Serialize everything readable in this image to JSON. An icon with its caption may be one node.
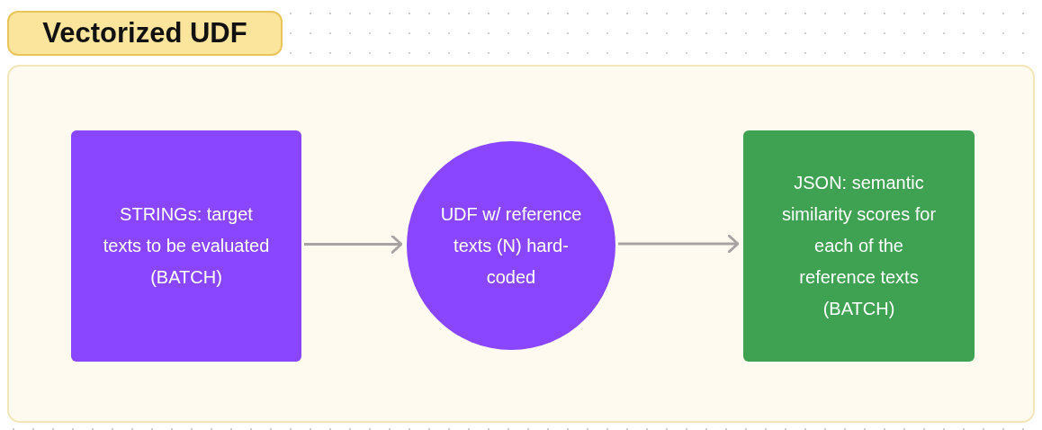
{
  "diagram": {
    "title": "Vectorized UDF",
    "nodes": [
      {
        "text": [],
        "shape": "box"
      },
      {
        "text": [
          "STRINGs: target texts to be evaluated (BATCH)"
        ],
        "in": 0
      },
      {
        "text": [
          "UDF w/ reference texts (N) hard-coded"
        ],
        "in": 0
      },
      {
        "text": [
          "JSON: semantic similarity scores for each of the reference texts (BATCH)"
        ],
        "in": 0
      }
    ],
    "edges": [
      {
        "from": 1,
        "to": 2,
        "arrow": "to"
      },
      {
        "from": 2,
        "to": 3,
        "arrow": "to"
      }
    ]
  }
}
